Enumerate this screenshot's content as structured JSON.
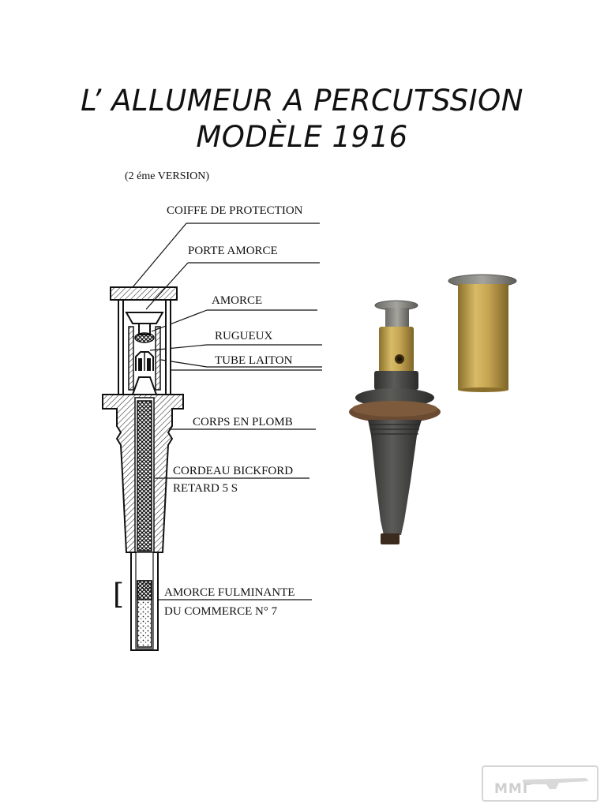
{
  "title": {
    "line1": "L’ ALLUMEUR A PERCUTSSION",
    "line2": "MODÈLE 1916"
  },
  "subtitle": "(2 éme VERSION)",
  "labels": [
    "COIFFE DE PROTECTION",
    "PORTE AMORCE",
    "AMORCE",
    "RUGUEUX",
    "TUBE LAITON",
    "CORPS EN PLOMB",
    "CORDEAU BICKFORD",
    "RETARD 5 S",
    "AMORCE FULMINANTE",
    "DU COMMERCE  N° 7"
  ],
  "bracket": "[",
  "watermark": {
    "text": "MMГ"
  },
  "colors": {
    "brass": "#c6a552",
    "brass_dark": "#8a6f2c",
    "lead": "#4a4a48",
    "washer": "#6b4a32"
  }
}
